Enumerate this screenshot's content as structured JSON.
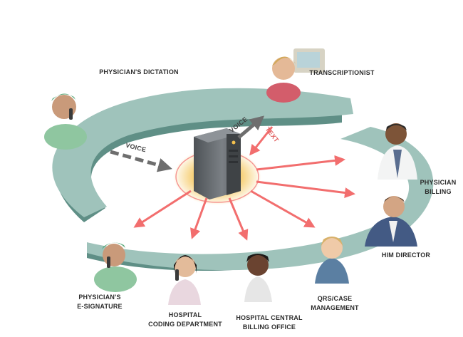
{
  "labels": {
    "physicians_dictation": "Physician's Dictation",
    "transcriptionist": "Transcriptionist",
    "physician_billing_1": "Physician",
    "physician_billing_2": "Billing",
    "him_director": "HIM Director",
    "qrs_1": "QRS/Case",
    "qrs_2": "Management",
    "central_billing_1": "Hospital Central",
    "central_billing_2": "Billing Office",
    "coding_1": "Hospital",
    "coding_2": "Coding Department",
    "esignature_1": "Physician's",
    "esignature_2": "E-Signature"
  },
  "arrow_labels": {
    "voice_in": "Voice",
    "voice_out": "Voice",
    "text": "Text"
  },
  "colors": {
    "track_top": "#9fc3bb",
    "track_side": "#5f8f86",
    "arrow_red": "#f26e6e",
    "arrow_dark": "#6e6e6e",
    "server": "#6a6f74",
    "glow": "#f4c14d"
  }
}
